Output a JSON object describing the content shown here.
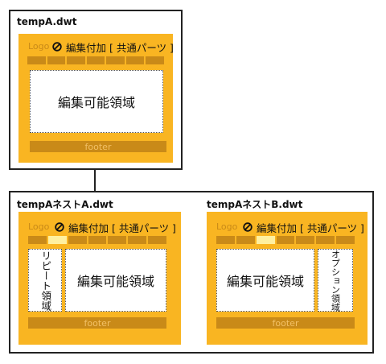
{
  "colors": {
    "template_bg": "#f9b522",
    "nav_bg": "#c98a18",
    "nav_highlight": "#fff0a0",
    "border": "#222222"
  },
  "parent": {
    "filename": "tempA.dwt",
    "logo": "Logo",
    "no_edit_icon": "prohibited-icon",
    "common_parts": "編集付加 [ 共通パーツ ]",
    "edit_region": "編集可能領域",
    "footer": "footer"
  },
  "child_a": {
    "filename": "tempAネストA.dwt",
    "logo": "Logo",
    "common_parts": "編集付加 [ 共通パーツ ]",
    "side_region": "リピート領域",
    "edit_region": "編集可能領域",
    "footer": "footer"
  },
  "child_b": {
    "filename": "tempAネストB.dwt",
    "logo": "Logo",
    "common_parts": "編集付加 [ 共通パーツ ]",
    "edit_region": "編集可能領域",
    "side_region": "オプション領域",
    "footer": "footer"
  }
}
